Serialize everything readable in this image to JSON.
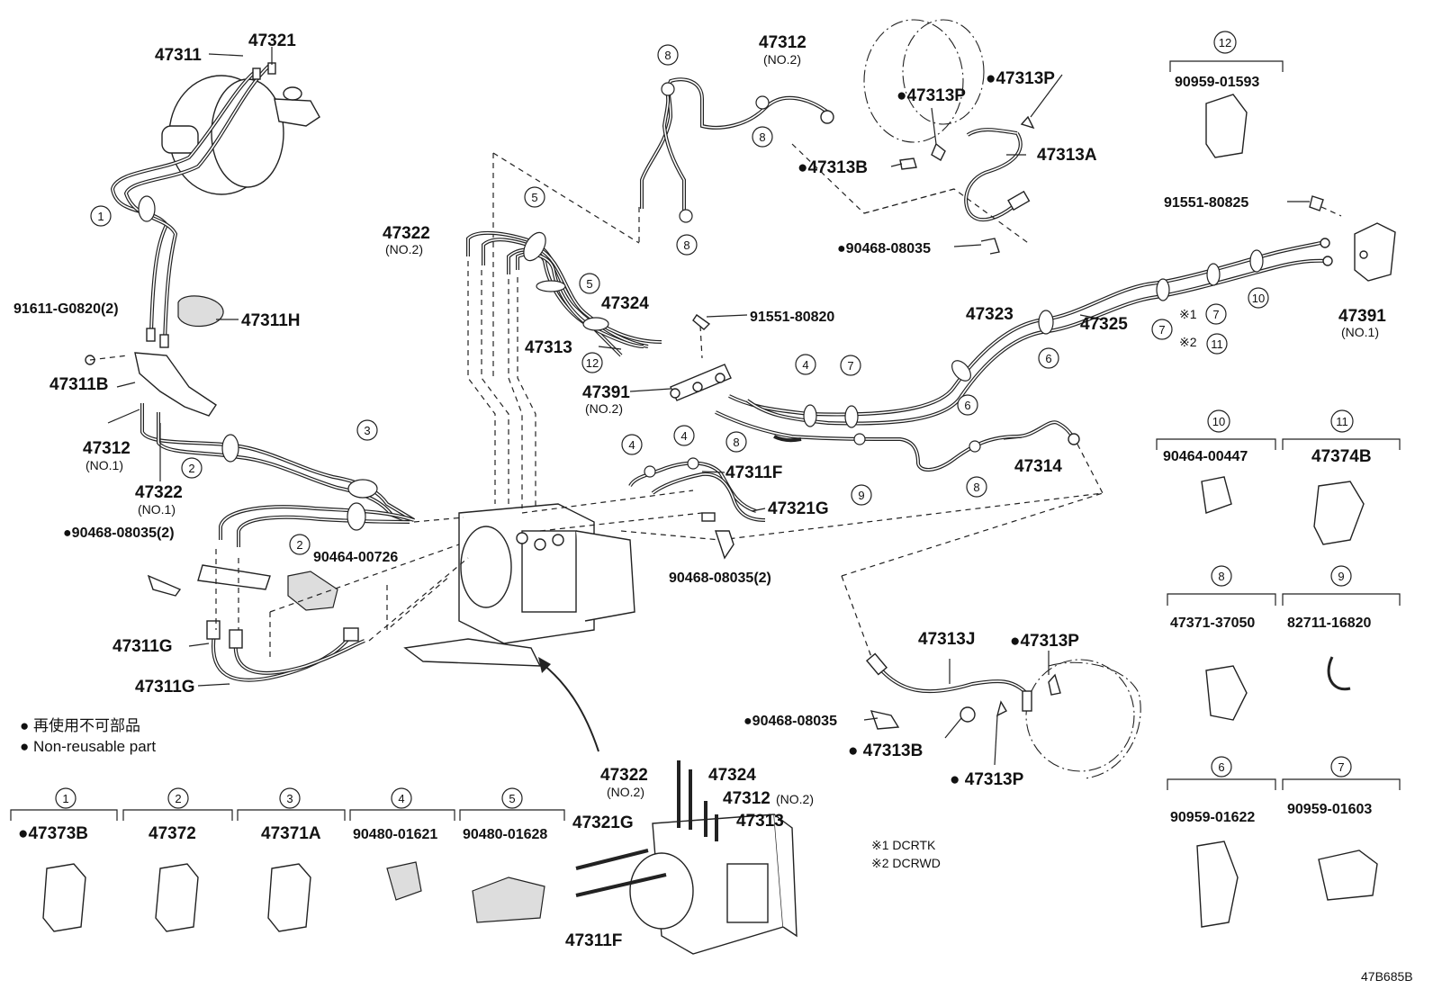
{
  "diagram": {
    "drawing_number": "47B685B",
    "legend": {
      "jp": "● 再使用不可部品",
      "en": "● Non-reusable part"
    },
    "notes": {
      "n1": "※1 DCRTK",
      "n2": "※2 DCRWD"
    },
    "labels": {
      "p47311": "47311",
      "p47321": "47321",
      "p47311h": "47311H",
      "p91611": "91611-G0820(2)",
      "p47311b": "47311B",
      "p47312": "47312",
      "p47312_sub": "(NO.1)",
      "p47322": "47322",
      "p47322_sub": "(NO.1)",
      "p90468a": "●90468-08035(2)",
      "p90464": "90464-00726",
      "p47311g1": "47311G",
      "p47311g2": "47311G",
      "p47322top": "47322",
      "p47322top_sub": "(NO.2)",
      "p47313mid": "47313",
      "p47324": "47324",
      "p47391b": "47391",
      "p47391b_sub": "(NO.2)",
      "p91551a": "91551-80820",
      "p47312top": "47312",
      "p47312top_sub": "(NO.2)",
      "p47313p1": "●47313P",
      "p47313p2": "●47313P",
      "p47313b1": "●47313B",
      "p47313a": "47313A",
      "p90468b": "●90468-08035",
      "p47311f": "47311F",
      "p47321g": "47321G",
      "p90468c": "90468-08035(2)",
      "p47323": "47323",
      "p47325": "47325",
      "p47314": "47314",
      "p91551b": "91551-80825",
      "p47391a": "47391",
      "p47391a_sub": "(NO.1)",
      "p47313j": "47313J",
      "p47313p3": "●47313P",
      "p90468d": "●90468-08035",
      "p47313b2": "● 47313B",
      "p47313p4": "● 47313P",
      "m47322": "47322",
      "m47322_sub": "(NO.2)",
      "m47324": "47324",
      "m47312": "47312",
      "m47312_sub": "(NO.2)",
      "m47321g": "47321G",
      "m47313": "47313",
      "m47311f": "47311F",
      "x1": "※1",
      "x2": "※2"
    },
    "clamps": [
      {
        "num": "1",
        "part": "●47373B"
      },
      {
        "num": "2",
        "part": "47372"
      },
      {
        "num": "3",
        "part": "47371A"
      },
      {
        "num": "4",
        "part": "90480-01621"
      },
      {
        "num": "5",
        "part": "90480-01628"
      },
      {
        "num": "12",
        "part": "90959-01593"
      },
      {
        "num": "10",
        "part": "90464-00447"
      },
      {
        "num": "11",
        "part": "47374B"
      },
      {
        "num": "8",
        "part": "47371-37050"
      },
      {
        "num": "9",
        "part": "82711-16820"
      },
      {
        "num": "6",
        "part": "90959-01622"
      },
      {
        "num": "7",
        "part": "90959-01603"
      }
    ],
    "callouts": [
      "1",
      "2",
      "2",
      "3",
      "4",
      "4",
      "4",
      "5",
      "5",
      "6",
      "6",
      "7",
      "7",
      "7",
      "8",
      "8",
      "8",
      "8",
      "8",
      "9",
      "10",
      "11",
      "12"
    ]
  }
}
